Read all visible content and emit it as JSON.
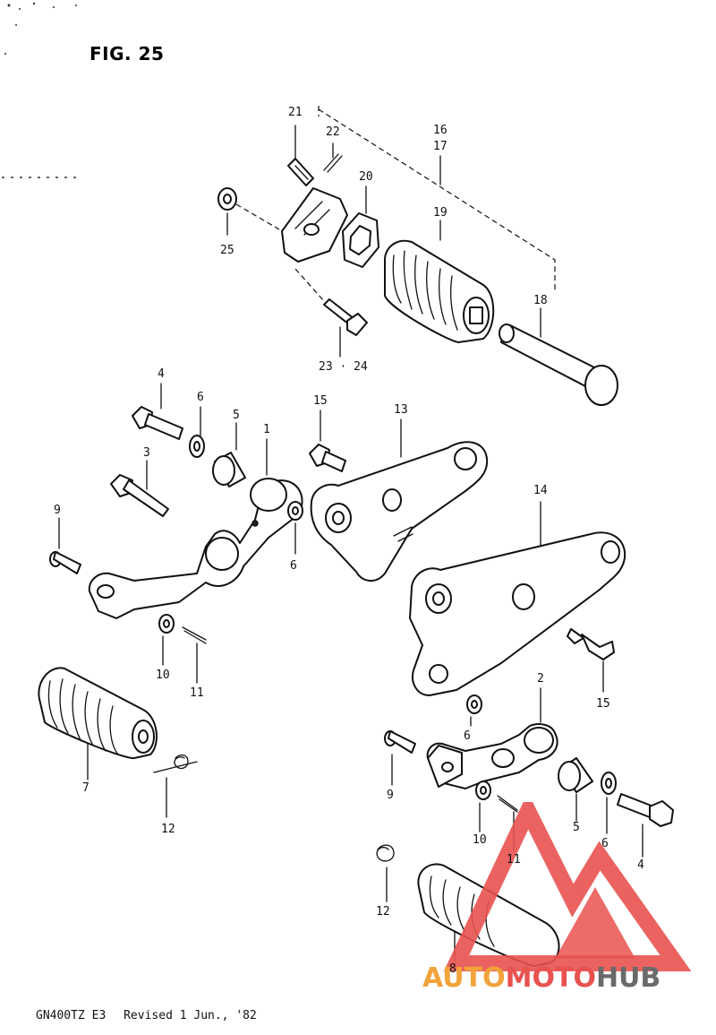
{
  "figure": {
    "title": "FIG. 25"
  },
  "footer": {
    "model": "GN400TZ E3",
    "revision": "Revised 1 Jun., '82"
  },
  "watermark": {
    "part1": "AUTO",
    "part2": "MOTO",
    "part3": "HUB"
  },
  "callouts": [
    {
      "id": "c21",
      "text": "21"
    },
    {
      "id": "c22",
      "text": "22"
    },
    {
      "id": "c16",
      "text": "16"
    },
    {
      "id": "c17",
      "text": "17"
    },
    {
      "id": "c20",
      "text": "20"
    },
    {
      "id": "c19",
      "text": "19"
    },
    {
      "id": "c25",
      "text": "25"
    },
    {
      "id": "c18",
      "text": "18"
    },
    {
      "id": "c2324",
      "text": "23 · 24"
    },
    {
      "id": "c4a",
      "text": "4"
    },
    {
      "id": "c6a",
      "text": "6"
    },
    {
      "id": "c5a",
      "text": "5"
    },
    {
      "id": "c1",
      "text": "1"
    },
    {
      "id": "c15a",
      "text": "15"
    },
    {
      "id": "c13",
      "text": "13"
    },
    {
      "id": "c3",
      "text": "3"
    },
    {
      "id": "c9a",
      "text": "9"
    },
    {
      "id": "c6b",
      "text": "6"
    },
    {
      "id": "c14",
      "text": "14"
    },
    {
      "id": "c10a",
      "text": "10"
    },
    {
      "id": "c11a",
      "text": "11"
    },
    {
      "id": "c15b",
      "text": "15"
    },
    {
      "id": "c2",
      "text": "2"
    },
    {
      "id": "c6c",
      "text": "6"
    },
    {
      "id": "c7",
      "text": "7"
    },
    {
      "id": "c9b",
      "text": "9"
    },
    {
      "id": "c12a",
      "text": "12"
    },
    {
      "id": "c10b",
      "text": "10"
    },
    {
      "id": "c11b",
      "text": "11"
    },
    {
      "id": "c5b",
      "text": "5"
    },
    {
      "id": "c6d",
      "text": "6"
    },
    {
      "id": "c4b",
      "text": "4"
    },
    {
      "id": "c12b",
      "text": "12"
    },
    {
      "id": "c8",
      "text": "8"
    }
  ],
  "colors": {
    "line": "#111111",
    "logo_orange": "#f2a33a",
    "logo_red": "#e8524f",
    "logo_gray": "#6a6a6a"
  }
}
